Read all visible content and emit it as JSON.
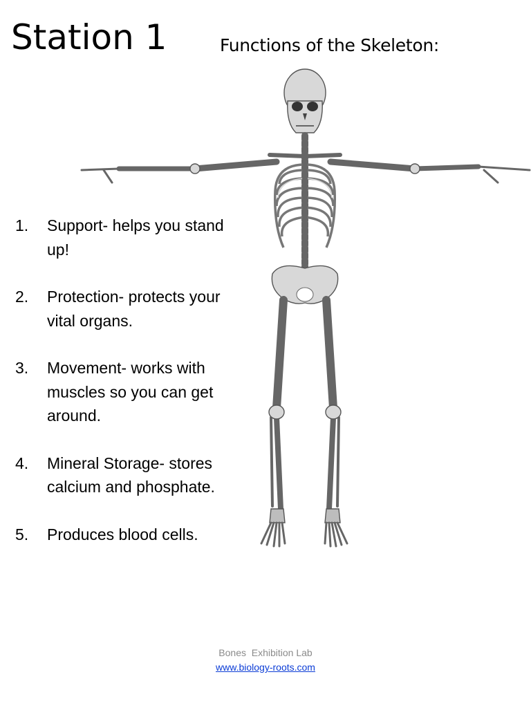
{
  "header": {
    "station": "Station 1",
    "subtitle": "Functions of the Skeleton:"
  },
  "functions": [
    {
      "num": "1.",
      "text": "Support- helps you stand up!"
    },
    {
      "num": "2.",
      "text": "Protection- protects your vital organs."
    },
    {
      "num": "3.",
      "text": "Movement- works with muscles so you can  get around."
    },
    {
      "num": "4.",
      "text": "Mineral Storage- stores calcium and phosphate."
    },
    {
      "num": "5.",
      "text": "Produces blood cells."
    }
  ],
  "footer": {
    "lab": "Bones  Exhibition Lab",
    "link": "www.biology-roots.com"
  },
  "image": {
    "icon": "human-skeleton-illustration"
  }
}
